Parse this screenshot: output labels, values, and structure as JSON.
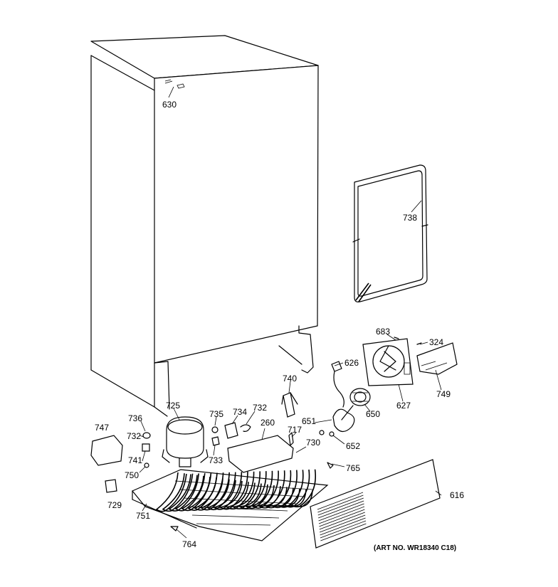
{
  "parts": [
    {
      "id": "p630",
      "label": "630"
    },
    {
      "id": "p738",
      "label": "738"
    },
    {
      "id": "p683",
      "label": "683"
    },
    {
      "id": "p324",
      "label": "324"
    },
    {
      "id": "p626",
      "label": "626"
    },
    {
      "id": "p740",
      "label": "740"
    },
    {
      "id": "p749",
      "label": "749"
    },
    {
      "id": "p627",
      "label": "627"
    },
    {
      "id": "p650",
      "label": "650"
    },
    {
      "id": "p725",
      "label": "725"
    },
    {
      "id": "p736",
      "label": "736"
    },
    {
      "id": "p735",
      "label": "735"
    },
    {
      "id": "p734",
      "label": "734"
    },
    {
      "id": "p732a",
      "label": "732"
    },
    {
      "id": "p732b",
      "label": "732"
    },
    {
      "id": "p747",
      "label": "747"
    },
    {
      "id": "p651",
      "label": "651"
    },
    {
      "id": "p260",
      "label": "260"
    },
    {
      "id": "p717",
      "label": "717"
    },
    {
      "id": "p730",
      "label": "730"
    },
    {
      "id": "p652",
      "label": "652"
    },
    {
      "id": "p741",
      "label": "741"
    },
    {
      "id": "p733",
      "label": "733"
    },
    {
      "id": "p765",
      "label": "765"
    },
    {
      "id": "p750",
      "label": "750"
    },
    {
      "id": "p616",
      "label": "616"
    },
    {
      "id": "p729",
      "label": "729"
    },
    {
      "id": "p751",
      "label": "751"
    },
    {
      "id": "p764",
      "label": "764"
    }
  ],
  "art_no": "(ART NO. WR18340 C18)"
}
